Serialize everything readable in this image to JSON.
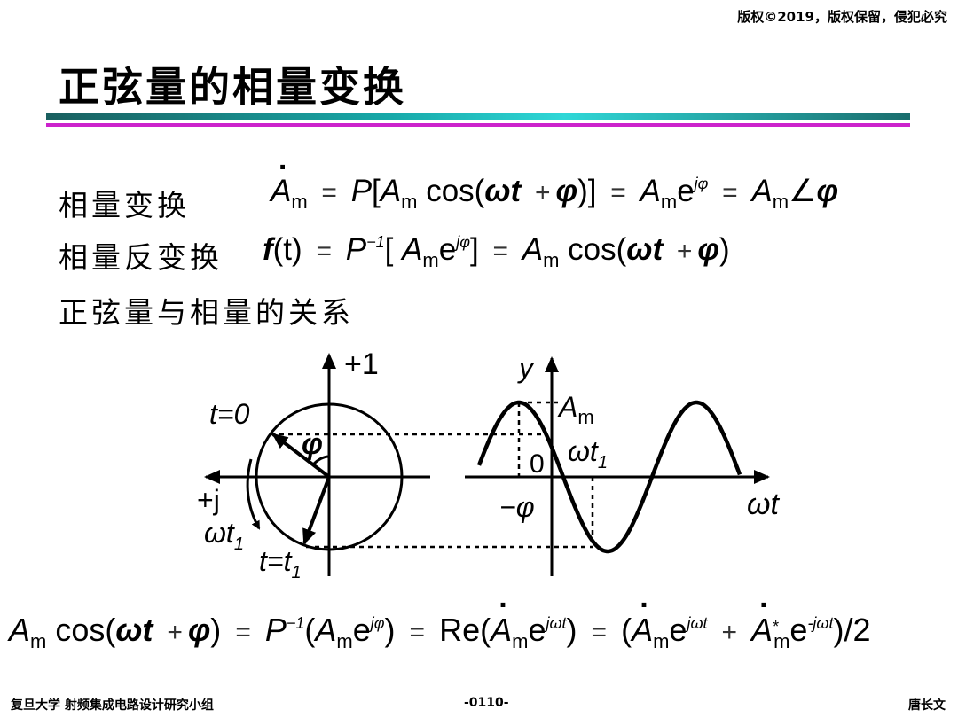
{
  "copyright": "版权©2019，版权保留，侵犯必究",
  "title": "正弦量的相量变换",
  "rows": {
    "transform_label": "相量变换",
    "inverse_label": "相量反变换",
    "relation_label": "正弦量与相量的关系"
  },
  "formula1": {
    "A": "A",
    "m": "m",
    "P": "P",
    "lb": "[",
    "cos": "cos(",
    "wt": "ωt",
    "plus": "+",
    "phi": "φ",
    "rb": ")]",
    "eq": "=",
    "e": "e",
    "jphi": "jφ",
    "angle": "∠"
  },
  "formula2": {
    "f": "f",
    "t": "(t)",
    "eq": "=",
    "P": "P",
    "inv": "−1",
    "lb": "[",
    "A": "A",
    "m": "m",
    "e": "e",
    "jphi": "jφ",
    "rb": "]",
    "cos": "cos(",
    "wt": "ωt",
    "plus": "+",
    "phi": "φ",
    "rp": ")"
  },
  "formula3": {
    "A": "A",
    "m": "m",
    "cos": "cos(",
    "wt": "ωt",
    "plus": "+",
    "phi": "φ",
    "rp": ")",
    "eq": "=",
    "P": "P",
    "inv": "−1",
    "lp": "(",
    "e": "e",
    "jphi": "jφ",
    "re": "Re(",
    "jwt": "jωt",
    "star": "*",
    "neg_jwt": "-jωt",
    "div": "/2"
  },
  "figure": {
    "axis_plus1": "+1",
    "axis_plusj": "+j",
    "t0": "t=0",
    "phi_label": "φ",
    "wt1_label": "ωt",
    "wt1_sub": "1",
    "t1_label": "t=t",
    "t1_sub": "1",
    "y_label": "y",
    "am_label": "A",
    "am_sub": "m",
    "zero": "0",
    "neg_phi": "−φ",
    "wt_axis": "ωt",
    "wave_wt1": "ωt",
    "wave_wt1_sub": "1"
  },
  "footer": {
    "left": "复旦大学   射频集成电路设计研究小组",
    "center": "-0110-",
    "right": "唐长文"
  }
}
